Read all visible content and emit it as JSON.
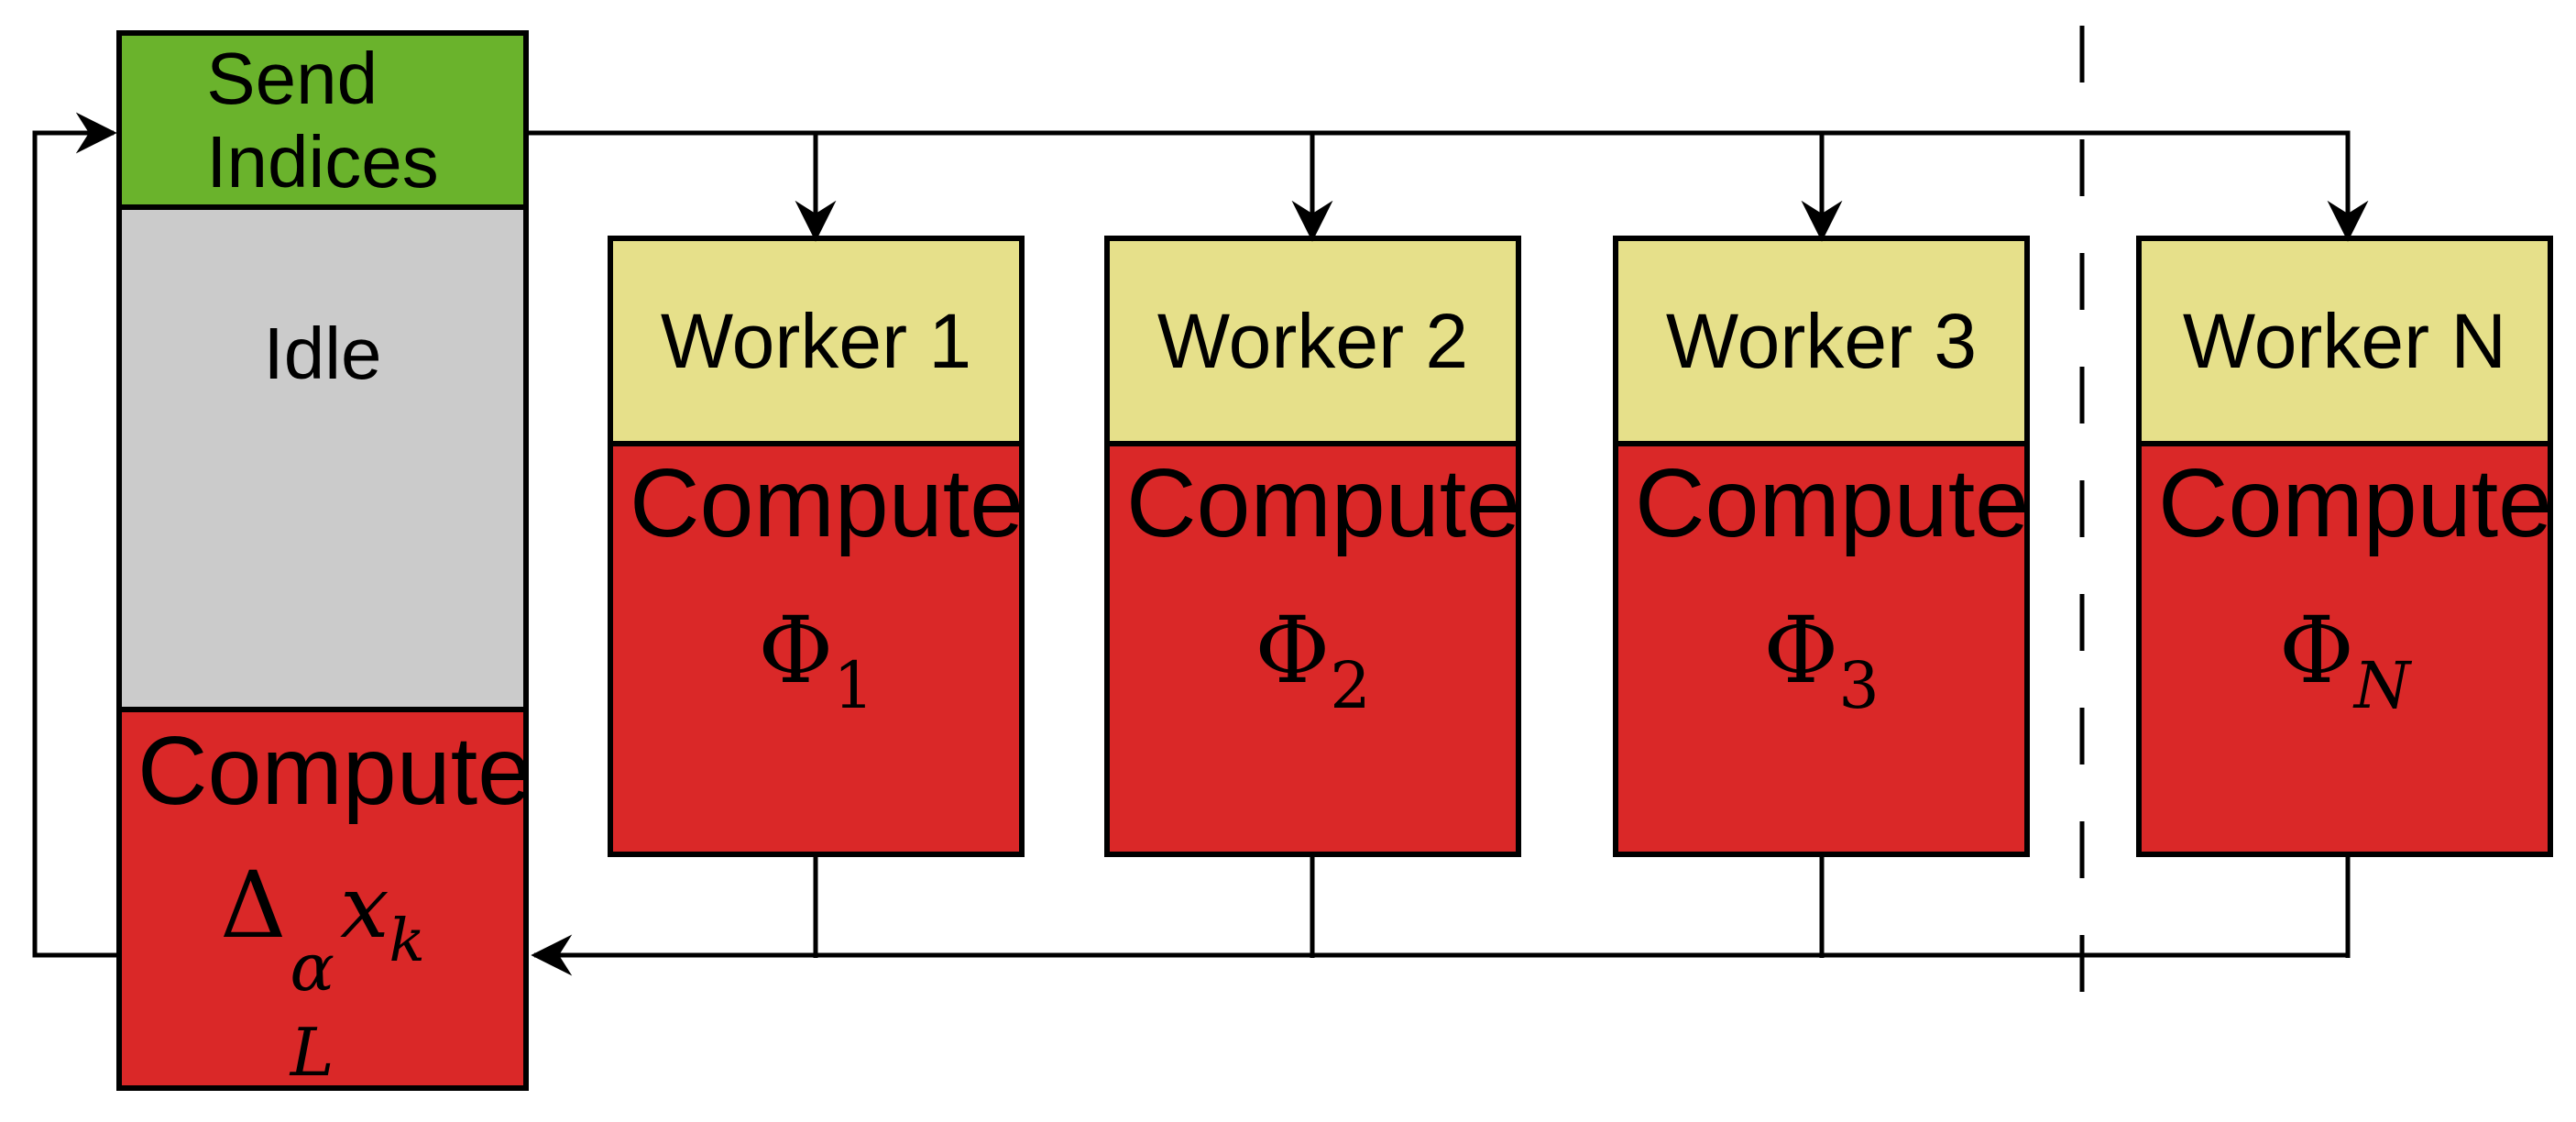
{
  "master": {
    "send_line1": "Send",
    "send_line2": "Indices",
    "idle": "Idle",
    "compute": "Compute",
    "formula": {
      "delta": "Δ",
      "sup": "α",
      "sub": "L",
      "var": "x",
      "var_sub": "k"
    }
  },
  "workers": [
    {
      "label": "Worker 1",
      "compute": "Compute",
      "phi": "Φ",
      "phi_sub": "1"
    },
    {
      "label": "Worker 2",
      "compute": "Compute",
      "phi": "Φ",
      "phi_sub": "2"
    },
    {
      "label": "Worker 3",
      "compute": "Compute",
      "phi": "Φ",
      "phi_sub": "3"
    },
    {
      "label": "Worker N",
      "compute": "Compute",
      "phi": "Φ",
      "phi_sub": "N"
    }
  ],
  "colors": {
    "send_green": "#6ab32c",
    "worker_yellow": "#e6e08a",
    "compute_red": "#da2828",
    "idle_gray": "#cbcbcb",
    "line_black": "#000000",
    "background": "#ffffff"
  }
}
